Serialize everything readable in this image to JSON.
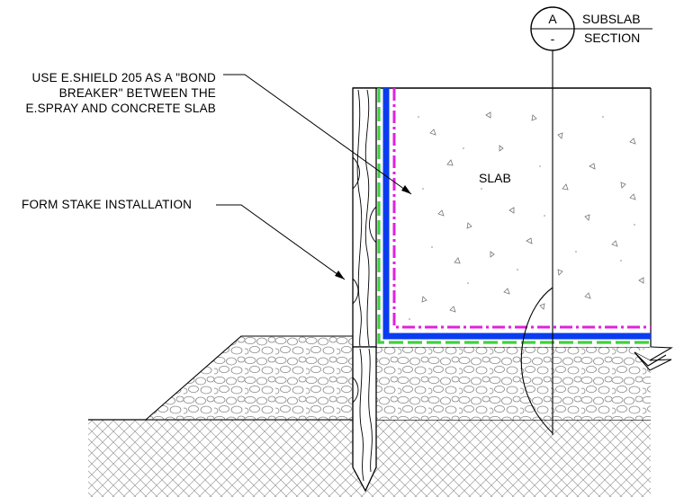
{
  "section_marker": {
    "letter": "A",
    "sheet": "-",
    "title_line1": "SUBSLAB",
    "title_line2": "SECTION"
  },
  "callouts": {
    "bond_breaker": [
      "USE E.SHIELD 205 AS A \"BOND",
      "BREAKER\" BETWEEN THE",
      "E.SPRAY AND CONCRETE SLAB"
    ],
    "form_stake": "FORM STAKE INSTALLATION"
  },
  "labels": {
    "slab": "SLAB"
  },
  "colors": {
    "membrane_blue": "#0a3cf0",
    "shield_magenta": "#e020e0",
    "spray_green": "#3fd13f",
    "linework": "#000000"
  }
}
